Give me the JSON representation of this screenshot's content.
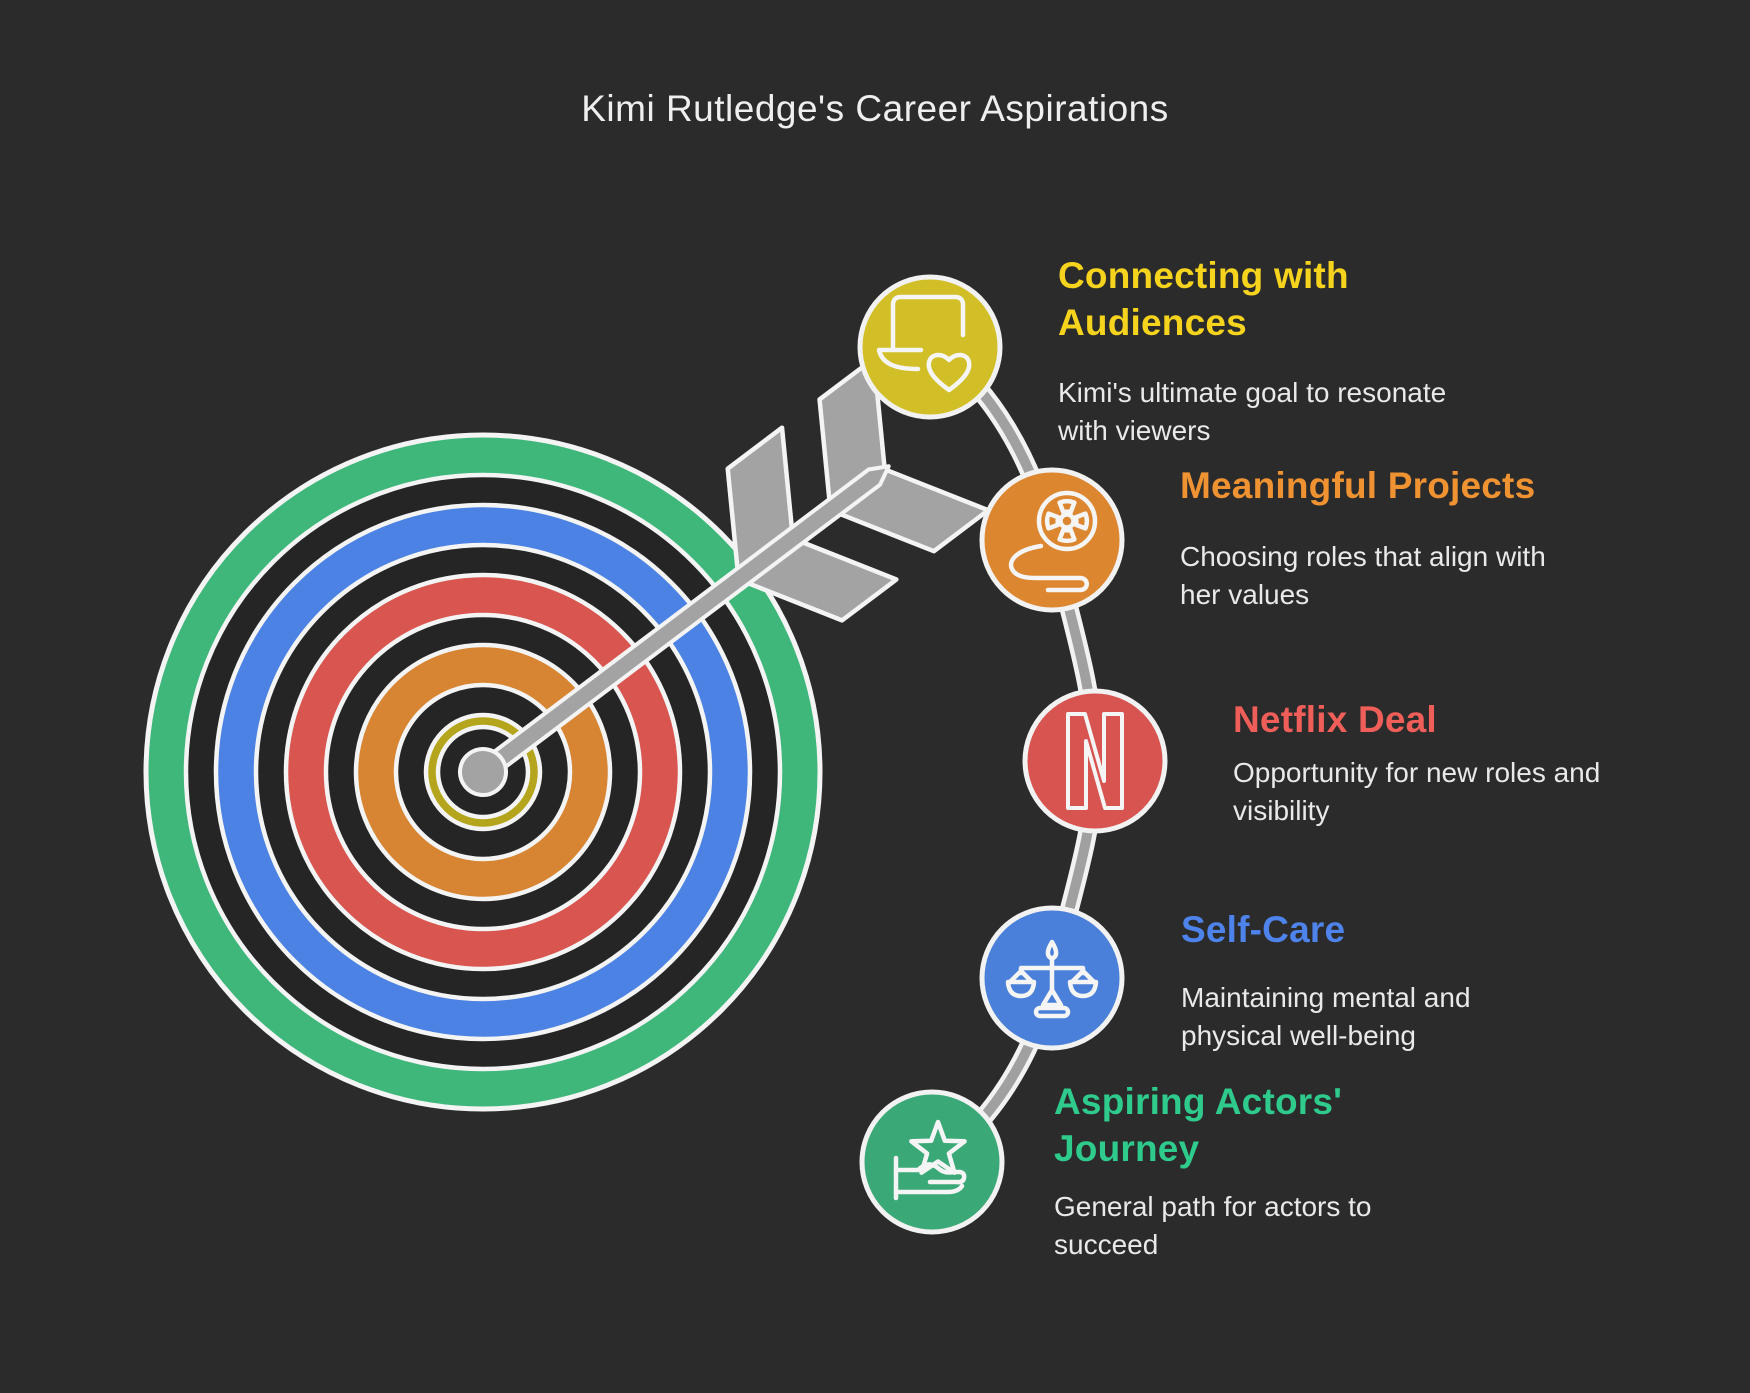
{
  "title": {
    "text": "Kimi Rutledge's Career Aspirations",
    "color": "#efefef"
  },
  "colors": {
    "background": "#2b2b2b",
    "ring_gap": "#252525",
    "ring_separator": "#f4f4f4",
    "arrow_gray": "#a3a3a3",
    "connector_gray": "#a0a0a0",
    "connector_outline": "#f2f2f2",
    "circle_ring": "#f2f2f2",
    "icon_stroke": "#f5f5f5",
    "body_text": "#e9e9e9"
  },
  "target": {
    "rings": [
      {
        "name": "outer-ring",
        "color": "#3fb77b"
      },
      {
        "name": "second-ring",
        "color": "#4b82e4"
      },
      {
        "name": "third-ring",
        "color": "#d95550"
      },
      {
        "name": "fourth-ring",
        "color": "#d78433"
      },
      {
        "name": "bullseye-center",
        "color": "#b4a51d"
      }
    ]
  },
  "steps": [
    {
      "heading": "Connecting with\nAudiences",
      "heading_color": "#f6d41e",
      "description": "Kimi's ultimate goal to resonate\nwith viewers",
      "circle_color": "#d2bf27",
      "icon": "laptop-heart-icon"
    },
    {
      "heading": "Meaningful Projects",
      "heading_color": "#ef9231",
      "description": "Choosing roles that align with\nher values",
      "circle_color": "#dd8630",
      "icon": "film-reel-icon"
    },
    {
      "heading": "Netflix Deal",
      "heading_color": "#ef5e58",
      "description": "Opportunity for new roles and\nvisibility",
      "circle_color": "#d85450",
      "icon": "netflix-n-icon"
    },
    {
      "heading": "Self-Care",
      "heading_color": "#4d83ea",
      "description": "Maintaining mental and\nphysical well-being",
      "circle_color": "#4a80d9",
      "icon": "scales-icon"
    },
    {
      "heading": "Aspiring Actors'\nJourney",
      "heading_color": "#2ecb8d",
      "description": "General path for actors to\nsucceed",
      "circle_color": "#3aa877",
      "icon": "hand-star-icon"
    }
  ]
}
